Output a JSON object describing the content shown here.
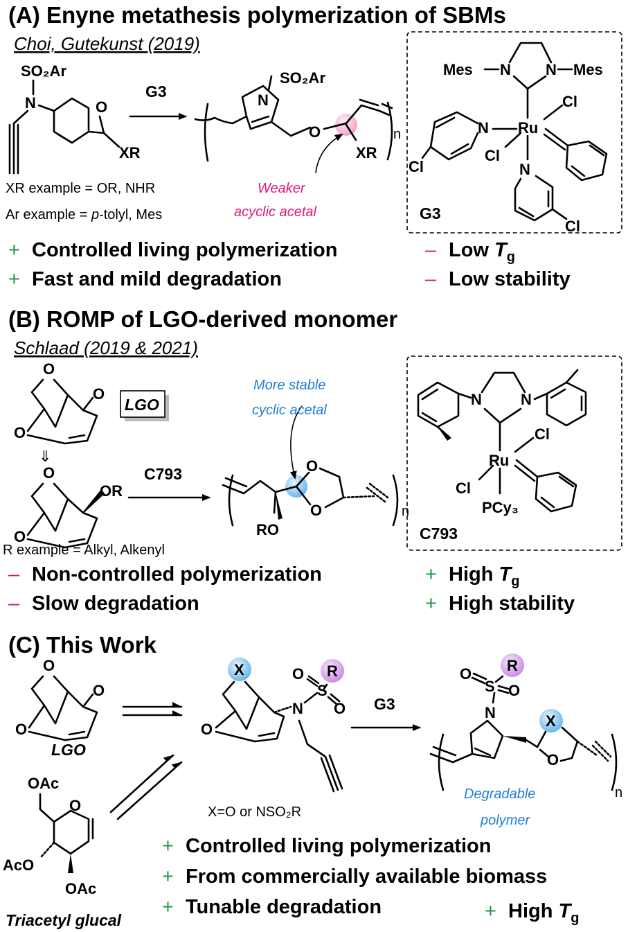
{
  "colors": {
    "plus": "#1a9a4a",
    "minus": "#d4203a",
    "pink_note": "#e0187a",
    "blue_note": "#1f7fd6",
    "blue_atom": "#7ec3f0",
    "purple_atom": "#d39be8",
    "pink_atom": "#f7b8d4"
  },
  "section_a": {
    "title": "(A) Enyne metathesis polymerization of SBMs",
    "citation": "Choi, Gutekunst (2019)",
    "atoms": {
      "so2ar": "SO₂Ar",
      "n": "N",
      "o": "O",
      "xr": "XR",
      "n_sub": "n"
    },
    "reagent": "G3",
    "note1": "XR example = OR, NHR",
    "note2_pre": "Ar example = ",
    "note2_it": "p",
    "note2_post": "-tolyl, Mes",
    "annotation": [
      "Weaker",
      "acyclic acetal"
    ],
    "catalyst": {
      "mes_l": "Mes",
      "mes_r": "Mes",
      "n": "N",
      "ru": "Ru",
      "cl": "Cl",
      "label": "G3"
    },
    "points": [
      {
        "sign": "+",
        "text": "Controlled living polymerization"
      },
      {
        "sign": "+",
        "text": "Fast and mild degradation"
      }
    ],
    "cons": [
      {
        "sign": "–",
        "text": "Low ",
        "tg": "T",
        "sub": "g"
      },
      {
        "sign": "–",
        "text": "Low stability"
      }
    ]
  },
  "section_b": {
    "title": "(B) ROMP of LGO-derived monomer",
    "citation": "Schlaad (2019 & 2021)",
    "lgo_label": "LGO",
    "atoms": {
      "o": "O",
      "or": "OR",
      "ro": "RO",
      "n_sub": "n"
    },
    "retro": "⇓",
    "reagent": "C793",
    "note": "R example = Alkyl, Alkenyl",
    "annotation": [
      "More stable",
      "cyclic acetal"
    ],
    "catalyst": {
      "n": "N",
      "ru": "Ru",
      "cl": "Cl",
      "pcy3": "PCy₃",
      "label": "C793"
    },
    "cons": [
      {
        "sign": "–",
        "text": "Non-controlled polymerization"
      },
      {
        "sign": "–",
        "text": "Slow degradation"
      }
    ],
    "points": [
      {
        "sign": "+",
        "text": "High ",
        "tg": "T",
        "sub": "g"
      },
      {
        "sign": "+",
        "text": "High stability"
      }
    ]
  },
  "section_c": {
    "title": "(C) This Work",
    "lgo_label": "LGO",
    "glucal_label": "Triacetyl glucal",
    "atoms": {
      "o": "O",
      "x": "X",
      "r": "R",
      "s": "S",
      "n": "N",
      "oac": "OAc",
      "aco": "AcO",
      "n_sub": "n"
    },
    "reagent": "G3",
    "note": "X=O or NSO₂R",
    "product_label": [
      "Degradable",
      "polymer"
    ],
    "points": [
      {
        "sign": "+",
        "text": "Controlled living polymerization"
      },
      {
        "sign": "+",
        "text": "From commercially available biomass"
      },
      {
        "sign": "+",
        "text": "Tunable degradation"
      }
    ],
    "extra": {
      "sign": "+",
      "text": "High ",
      "tg": "T",
      "sub": "g"
    }
  }
}
